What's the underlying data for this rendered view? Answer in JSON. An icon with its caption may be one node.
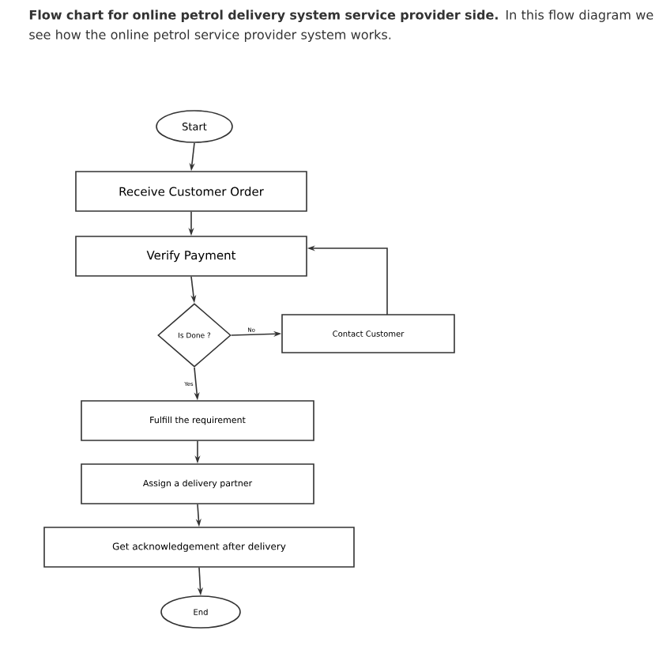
{
  "diagram": {
    "title": "**Flow chart for online petrol delivery system service provider side.** In this flow diagram we see how the online petrol service provider system works.",
    "nodes": [
      {
        "text": [
          "Start"
        ]
      },
      {
        "text": [
          "Receive Customer Order"
        ]
      },
      {
        "text": [
          "Verify Payment"
        ]
      },
      {
        "text": [
          "Is Done ?"
        ]
      },
      {
        "text": [
          "Contact Customer"
        ]
      },
      {
        "text": [
          "Fulfill the requirement"
        ]
      },
      {
        "text": [
          "Assign a delivery partner"
        ]
      },
      {
        "text": [
          "Get acknowledgement after delivery"
        ]
      },
      {
        "text": [
          "End"
        ]
      }
    ],
    "edges": [
      {
        "from": 0,
        "to": 1,
        "arrow": "to"
      },
      {
        "from": 1,
        "to": 2,
        "arrow": "to"
      },
      {
        "from": 2,
        "to": 3,
        "arrow": "to"
      },
      {
        "from": 3,
        "to": 4,
        "arrow": "to",
        "label": "No"
      },
      {
        "from": 4,
        "to": 2,
        "arrow": "to"
      },
      {
        "from": 3,
        "to": 5,
        "arrow": "to",
        "label": "Yes"
      },
      {
        "from": 5,
        "to": 6,
        "arrow": "to"
      },
      {
        "from": 6,
        "to": 7,
        "arrow": "to"
      },
      {
        "from": 7,
        "to": 8,
        "arrow": "to"
      }
    ]
  }
}
